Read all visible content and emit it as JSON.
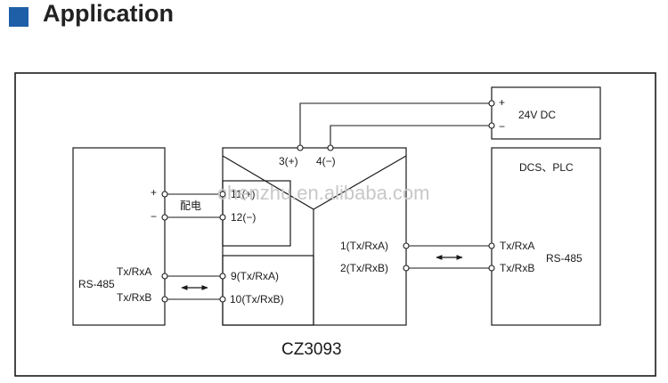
{
  "header": {
    "title": "Application",
    "accent_color": "#1f5fa8",
    "icon": "blue-square-icon"
  },
  "diagram": {
    "device_name": "CZ3093",
    "power": {
      "label": "24V DC",
      "plus": "+",
      "minus": "−"
    },
    "top_terminals": {
      "t3": "3(+)",
      "t4": "4(−)"
    },
    "left_device": {
      "plus": "+",
      "minus": "−",
      "supply_note": "配电",
      "txa": "Tx/RxA",
      "txb": "Tx/RxB",
      "bus": "RS-485"
    },
    "inner_terminals": {
      "t11": "11(+)",
      "t12": "12(−)",
      "t9": "9(Tx/RxA)",
      "t10": "10(Tx/RxB)"
    },
    "right_terminals": {
      "t1": "1(Tx/RxA)",
      "t2": "2(Tx/RxB)"
    },
    "dcs": {
      "title": "DCS、PLC",
      "txa": "Tx/RxA",
      "txb": "Tx/RxB",
      "bus": "RS-485"
    },
    "watermark": "chenzhu.en.alibaba.com"
  }
}
